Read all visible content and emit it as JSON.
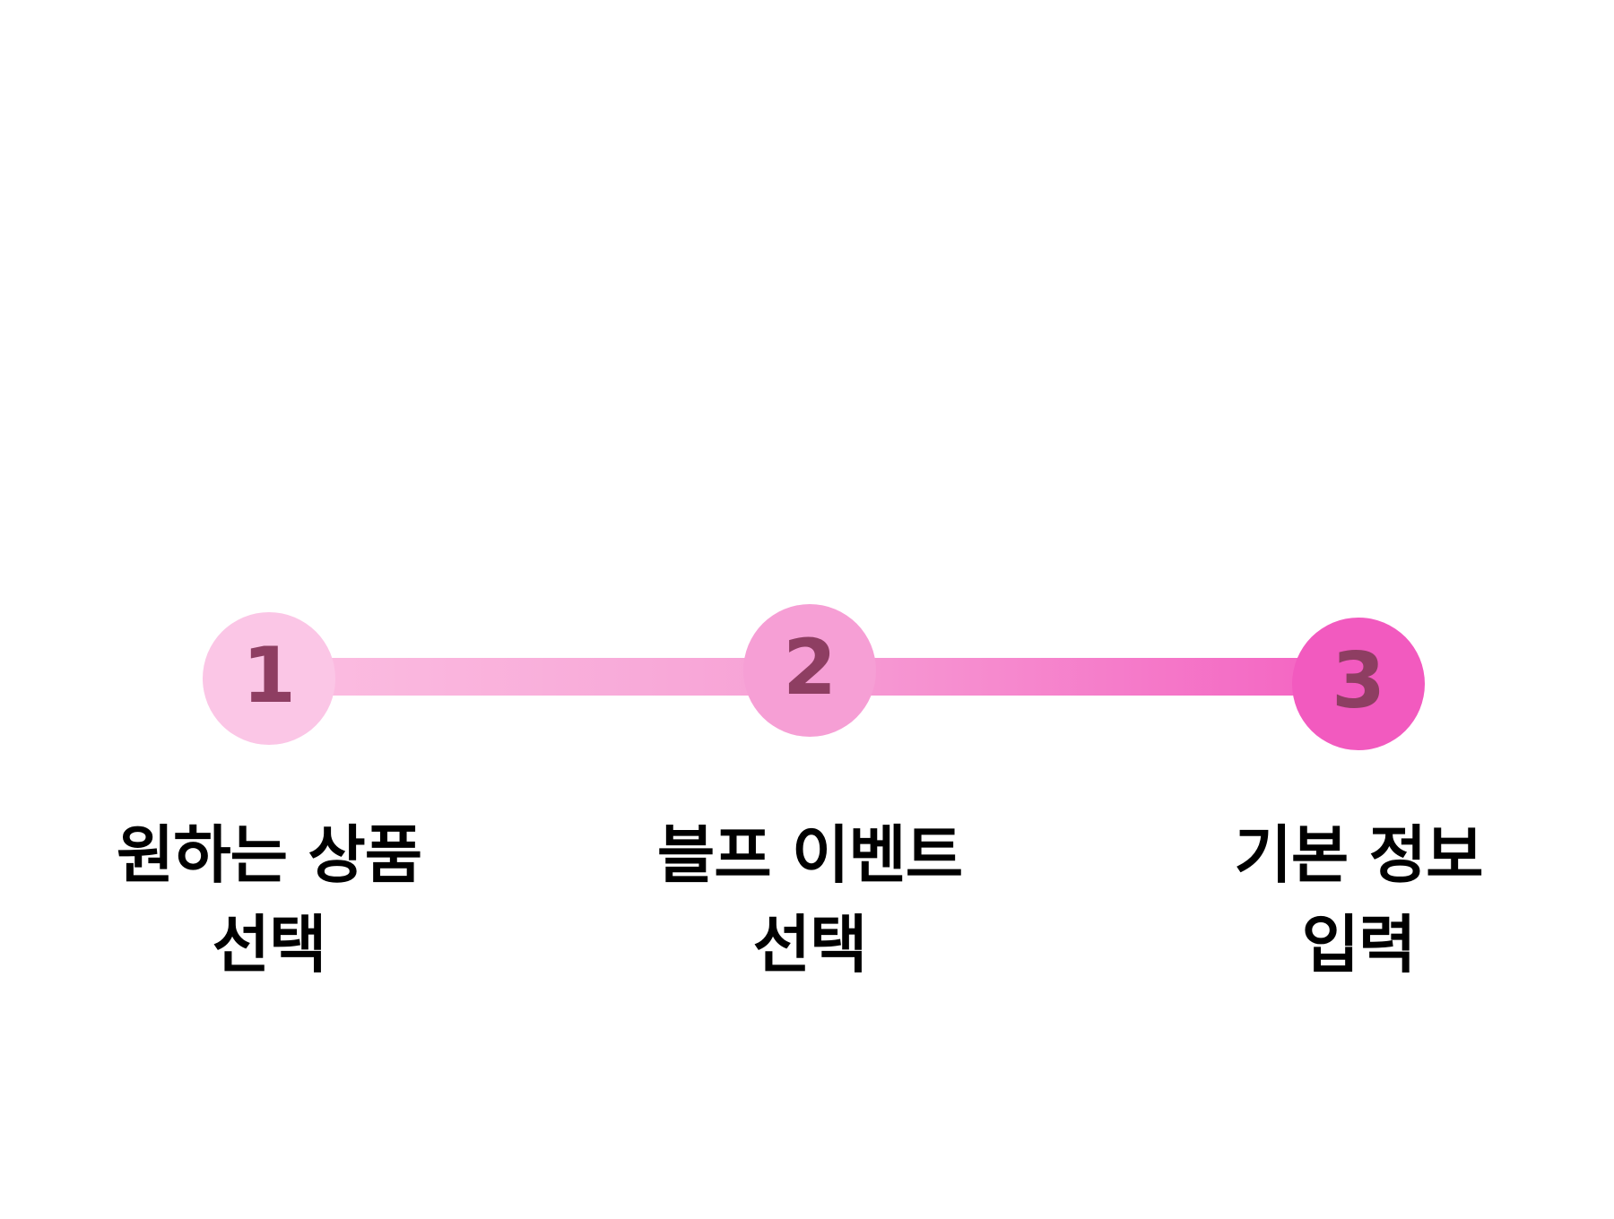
{
  "stepper": {
    "steps": [
      {
        "number": "1",
        "label_line1": "원하는 상품",
        "label_line2": "선택",
        "color": "#fbc6e6"
      },
      {
        "number": "2",
        "label_line1": "블프 이벤트",
        "label_line2": "선택",
        "color": "#f69fd5"
      },
      {
        "number": "3",
        "label_line1": "기본 정보",
        "label_line2": "입력",
        "color": "#f25abf"
      }
    ],
    "number_color": "#8e3e62",
    "track_gradient": [
      "#fbbbe0",
      "#f7a3d6",
      "#f466c3"
    ]
  }
}
